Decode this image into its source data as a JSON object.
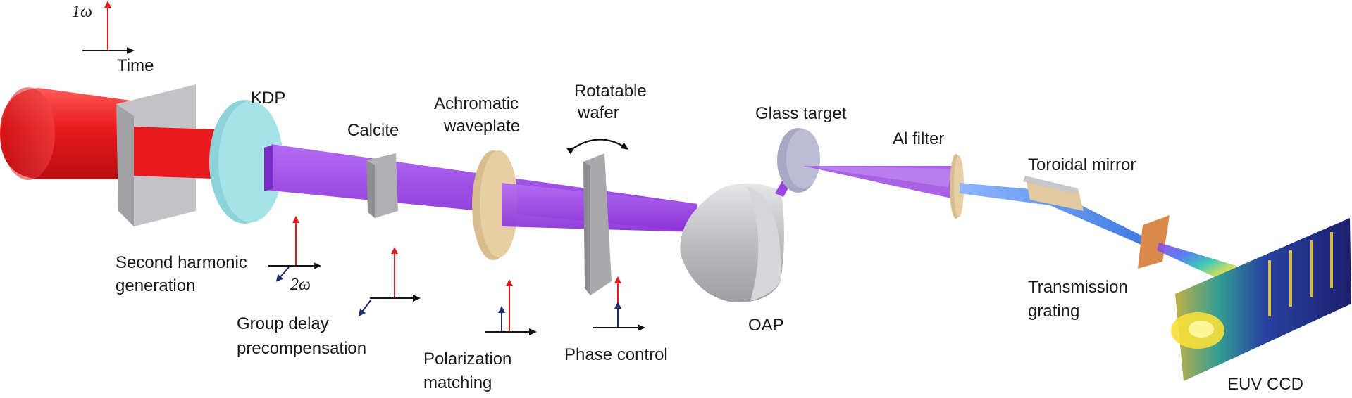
{
  "labels": {
    "kdp": "KDP",
    "calcite": "Calcite",
    "achromatic_1": "Achromatic",
    "achromatic_2": "waveplate",
    "rotatable_1": "Rotatable",
    "rotatable_2": "wafer",
    "glass_target": "Glass target",
    "al_filter": "Al filter",
    "toroidal_mirror": "Toroidal mirror",
    "transmission_1": "Transmission",
    "transmission_2": "grating",
    "euv_ccd": "EUV CCD",
    "oap": "OAP",
    "phase_control": "Phase control",
    "polarization_1": "Polarization",
    "polarization_2": "matching",
    "group_delay_1": "Group delay",
    "group_delay_2": "precompensation",
    "shg_1": "Second harmonic",
    "shg_2": "generation",
    "time": "Time",
    "one_omega": "1ω",
    "two_omega": "2ω"
  },
  "colors": {
    "fundamental_red": "#e8191c",
    "second_harmonic_purple": "#9a45e0",
    "kdp_cyan": "#a6e3e8",
    "waveplate_tan": "#e8cfa3",
    "optic_gray": "#b9b9bd",
    "arrow_red": "#e8191c",
    "arrow_navy": "#1b2b6b",
    "euv_blue": "#5a90e8",
    "grating_orange": "#d98a4a",
    "ccd_dark": "#1d1f6e"
  }
}
